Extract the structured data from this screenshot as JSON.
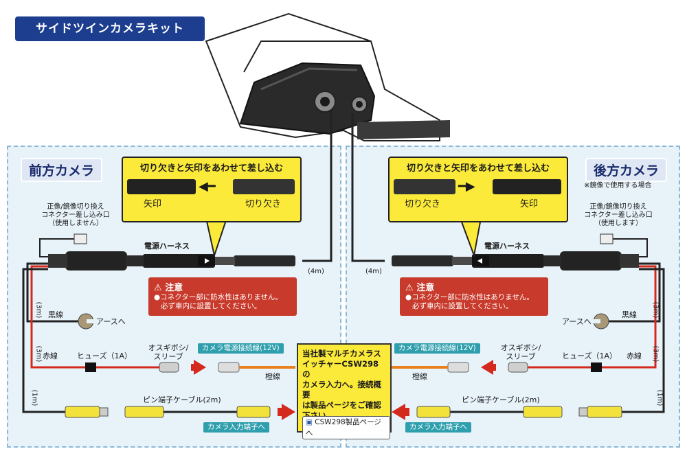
{
  "page_title": "サイドツインカメラキット",
  "front": {
    "heading": "前方カメラ",
    "switch_note": "正像/鏡像切り換え\nコネクター差し込み口\n（使用しません）",
    "instruction": "切り欠きと矢印をあわせて差し込む",
    "arrow_label": "矢印",
    "notch_label": "切り欠き",
    "harness_label": "電源ハーネス",
    "length_4m": "(4m)",
    "black_wire": "黒線",
    "earth": "アースへ",
    "red_wire": "赤線",
    "fuse": "ヒューズ（1A）",
    "splice": "オスギボシ/\nスリーブ",
    "power_label": "カメラ電源接続線(12V)",
    "orange_wire": "橙線",
    "pin_cable": "ピン端子ケーブル(2m)",
    "input_label": "カメラ入力端子へ",
    "len_3m_a": "(3m)",
    "len_3m_b": "(3m)",
    "len_1m": "(1m)"
  },
  "rear": {
    "heading": "後方カメラ",
    "subnote": "※鏡像で使用する場合",
    "switch_note": "正像/鏡像切り換え\nコネクター差し込み口\n（使用します）",
    "instruction": "切り欠きと矢印をあわせて差し込む",
    "arrow_label": "矢印",
    "notch_label": "切り欠き",
    "harness_label": "電源ハーネス",
    "length_4m": "(4m)",
    "black_wire": "黒線",
    "earth": "アースへ",
    "red_wire": "赤線",
    "fuse": "ヒューズ（1A）",
    "splice": "オスギボシ/\nスリーブ",
    "power_label": "カメラ電源接続線(12V)",
    "orange_wire": "橙線",
    "pin_cable": "ピン端子ケーブル(2m)",
    "input_label": "カメラ入力端子へ",
    "len_3m_a": "(3m)",
    "len_3m_b": "(3m)",
    "len_1m": "(1m)"
  },
  "caution": {
    "title": "注意",
    "line1": "●コネクター部に防水性はありません。",
    "line2": "必ず車内に設置してください。"
  },
  "center_box": {
    "text": "当社製マルチカメラス\nイッチャーCSW298の\nカメラ入力へ。接続概要\nは製品ページをご確認\n下さい。",
    "link": "CSW298製品ページへ"
  },
  "colors": {
    "badge": "#1d3e8f",
    "panel": "#e7f2f9",
    "yellow": "#fcea3a",
    "caution": "#c83a2c",
    "teal": "#2f9fae",
    "red_wire": "#d42a1e",
    "orange_wire": "#e8801d"
  }
}
